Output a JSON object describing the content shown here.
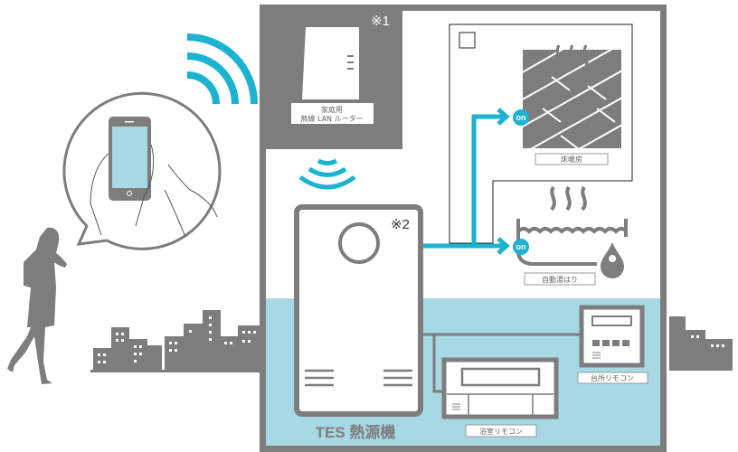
{
  "colors": {
    "gray": "#7d7d7d",
    "cyan": "#1bb3cf",
    "light_blue": "#a6d9e3",
    "screen": "#a6d9e3"
  },
  "router": {
    "note": "※1",
    "label_line1": "家庭用",
    "label_line2": "無線 LAN ルーター"
  },
  "floor_heating": {
    "label": "床暖房",
    "status": "on"
  },
  "auto_bath": {
    "label": "自動湯はり",
    "status": "on"
  },
  "heat_source": {
    "note": "※2",
    "label": "TES 熱源機"
  },
  "kitchen_remote": {
    "label": "台所リモコン"
  },
  "bath_remote": {
    "label": "浴室リモコン"
  },
  "icons": [
    "wifi-icon",
    "smartphone-icon",
    "person-icon",
    "city-icon",
    "router-icon",
    "floor-heating-icon",
    "bathtub-icon",
    "flame-icon"
  ]
}
